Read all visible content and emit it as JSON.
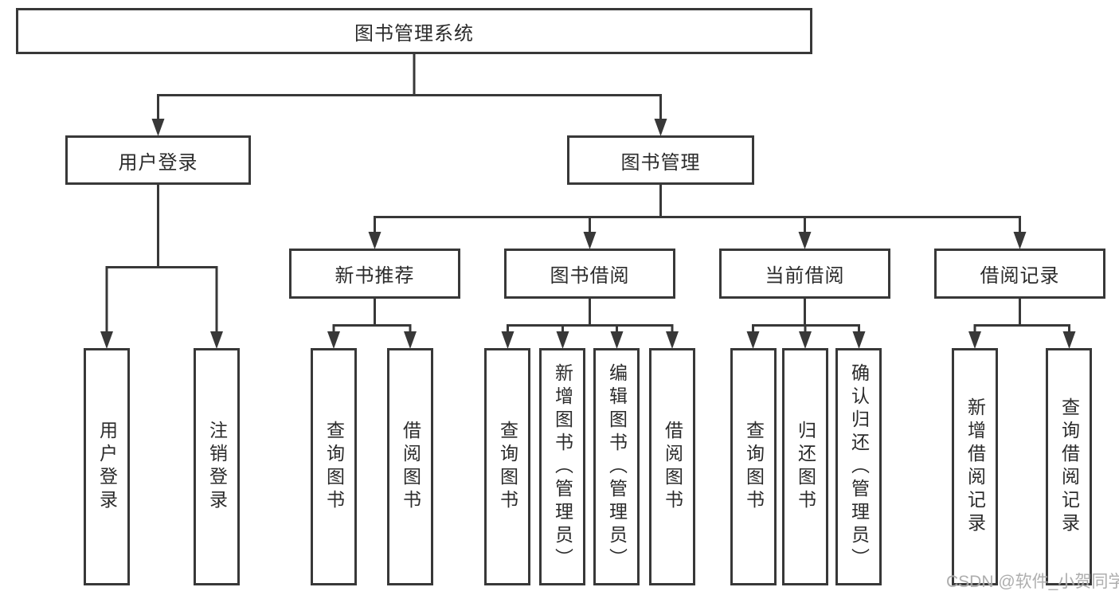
{
  "colors": {
    "line": "#383838",
    "text": "#2b2b2b",
    "watermark": "#a6a6a6",
    "background": "#ffffff"
  },
  "root": {
    "label": "图书管理系统"
  },
  "level2": {
    "user_login": {
      "label": "用户登录"
    },
    "book_mgmt": {
      "label": "图书管理"
    }
  },
  "level3": {
    "new_book": {
      "label": "新书推荐"
    },
    "borrow": {
      "label": "图书借阅"
    },
    "current": {
      "label": "当前借阅"
    },
    "records": {
      "label": "借阅记录"
    }
  },
  "leaves": {
    "user_login_1": {
      "label": "用户登录"
    },
    "user_login_2": {
      "label": "注销登录"
    },
    "new_book_1": {
      "label": "查询图书"
    },
    "new_book_2": {
      "label": "借阅图书"
    },
    "borrow_1": {
      "label": "查询图书"
    },
    "borrow_2": {
      "label": "新增图书（管理员）"
    },
    "borrow_3": {
      "label": "编辑图书（管理员）"
    },
    "borrow_4": {
      "label": "借阅图书"
    },
    "current_1": {
      "label": "查询图书"
    },
    "current_2": {
      "label": "归还图书"
    },
    "current_3": {
      "label": "确认归还（管理员）"
    },
    "records_1": {
      "label": "新增借阅记录"
    },
    "records_2": {
      "label": "查询借阅记录"
    }
  },
  "watermark": {
    "text": "CSDN @软件_小贺同学"
  }
}
